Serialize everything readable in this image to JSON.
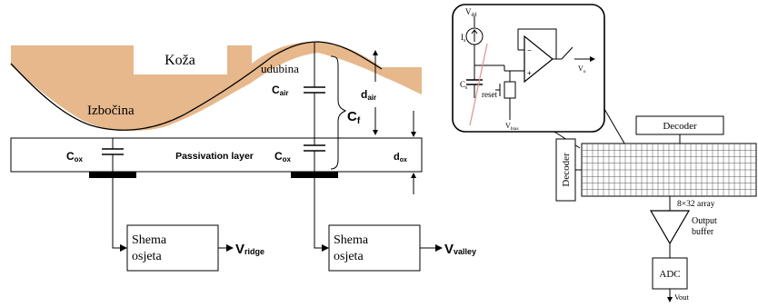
{
  "colors": {
    "skin": "#E6B88C",
    "line": "#000000",
    "pink": "#E09090",
    "background": "#FFFFFF"
  },
  "left_diagram": {
    "skin_label": "Koža",
    "ridge_label": "Izbočina",
    "valley_label": "udubina",
    "c_air": {
      "main": "C",
      "sub": "air"
    },
    "c_f": {
      "main": "C",
      "sub": "f"
    },
    "d_air": {
      "main": "d",
      "sub": "air"
    },
    "d_ox": {
      "main": "d",
      "sub": "ox"
    },
    "c_ox_left": {
      "main": "C",
      "sub": "ox"
    },
    "c_ox_right": {
      "main": "C",
      "sub": "ox"
    },
    "passivation_label": "Passivation layer",
    "sense_left": {
      "line1": "Shema",
      "line2": "osjeta"
    },
    "sense_right": {
      "line1": "Shema",
      "line2": "osjeta"
    },
    "v_ridge": {
      "main": "V",
      "sub": "ridge"
    },
    "v_valley": {
      "main": "V",
      "sub": "valley"
    }
  },
  "right_diagram": {
    "pixel": {
      "vdd": {
        "main": "V",
        "sub": "dd"
      },
      "is": {
        "main": "I",
        "sub": "s"
      },
      "cs": {
        "main": "C",
        "sub": "s"
      },
      "reset": "reset",
      "vbias": {
        "main": "V",
        "sub": "bias"
      },
      "vout_pixel": {
        "main": "V",
        "sub": "o"
      }
    },
    "decoder_top": "Decoder",
    "decoder_left": "Decoder",
    "array_label": "8×32 array",
    "buffer_label_line1": "Output",
    "buffer_label_line2": "buffer",
    "adc_label": "ADC",
    "vout_label": "Vout"
  }
}
